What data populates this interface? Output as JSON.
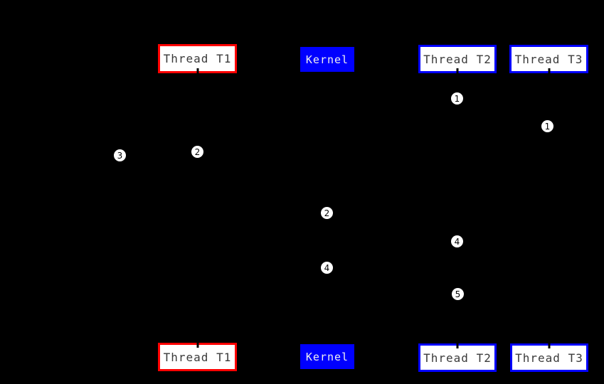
{
  "diagram": {
    "kind": "sequence-trace",
    "background_color": "#000000",
    "columns": [
      {
        "id": "thread-t1",
        "label": "Thread T1",
        "style": "red-outline",
        "border_color": "#ff0000",
        "fill_color": "#ffffff",
        "text_color": "#3a3a3a"
      },
      {
        "id": "kernel",
        "label": "Kernel",
        "style": "blue-fill",
        "border_color": "#0000ff",
        "fill_color": "#0000ff",
        "text_color": "#f0f0f0"
      },
      {
        "id": "thread-t2",
        "label": "Thread T2",
        "style": "blue-outline",
        "border_color": "#0000ff",
        "fill_color": "#ffffff",
        "text_color": "#3a3a3a"
      },
      {
        "id": "thread-t3",
        "label": "Thread T3",
        "style": "blue-outline",
        "border_color": "#0000ff",
        "fill_color": "#ffffff",
        "text_color": "#3a3a3a"
      }
    ],
    "steps": [
      {
        "label": "1",
        "near_column": "thread-t2"
      },
      {
        "label": "1",
        "near_column": "thread-t3"
      },
      {
        "label": "2",
        "near_column": "thread-t1"
      },
      {
        "label": "3",
        "near_column": "left-of-thread-t1"
      },
      {
        "label": "2",
        "near_column": "kernel"
      },
      {
        "label": "4",
        "near_column": "thread-t2"
      },
      {
        "label": "4",
        "near_column": "kernel"
      },
      {
        "label": "5",
        "near_column": "thread-t2"
      }
    ],
    "marker_fill": "#ffffff",
    "marker_text_color": "#000000"
  }
}
